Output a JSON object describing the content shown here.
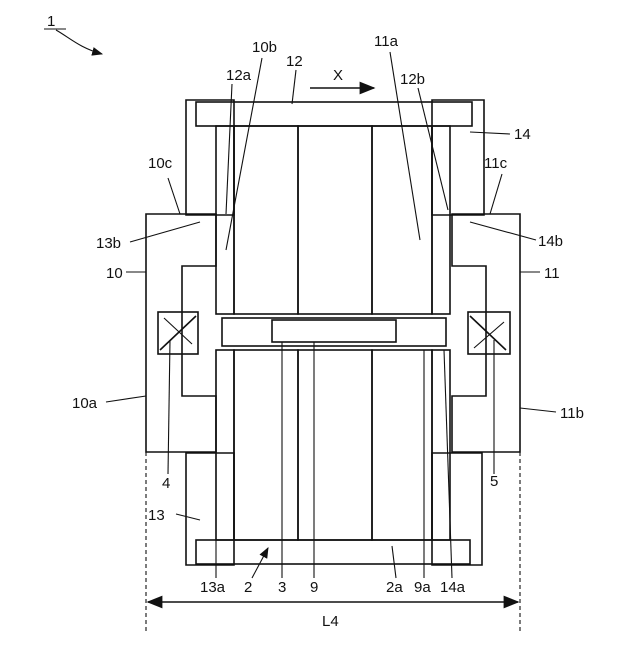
{
  "figure": {
    "ref_main": "1",
    "direction_label": "X",
    "dimension_label": "L4",
    "labels": {
      "l10b": "10b",
      "l12": "12",
      "l11a": "11a",
      "l12a": "12a",
      "l12b": "12b",
      "l14": "14",
      "l10c": "10c",
      "l11c": "11c",
      "l13b": "13b",
      "l14b": "14b",
      "l10": "10",
      "l11": "11",
      "l10a": "10a",
      "l11b": "11b",
      "l4": "4",
      "l5": "5",
      "l13": "13",
      "l13a": "13a",
      "l2": "2",
      "l3": "3",
      "l9": "9",
      "l2a": "2a",
      "l9a": "9a",
      "l14a": "14a"
    }
  }
}
